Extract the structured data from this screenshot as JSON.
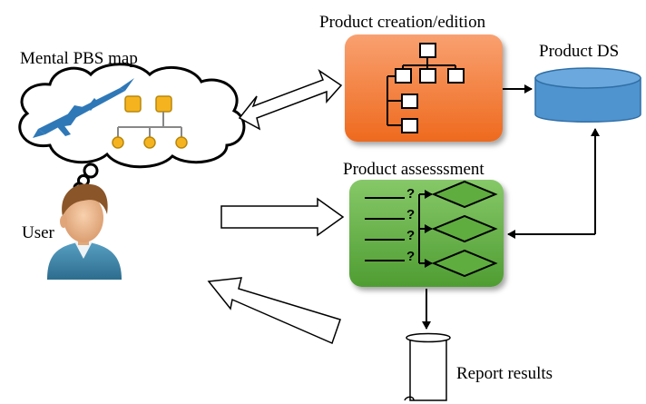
{
  "labels": {
    "mental_map": "Mental PBS map",
    "user": "User",
    "creation": "Product creation/edition",
    "assessment": "Product assesssment",
    "database": "Product DS",
    "report": "Report results"
  },
  "assessment_marks": [
    "?",
    "?",
    "?",
    "?"
  ],
  "colors": {
    "creation_fill": "#f2762e",
    "assessment_fill": "#5fad3f",
    "database_fill": "#4f93cf",
    "pbs_node_fill": "#f5b41f",
    "rocket_fill": "#2f78b7",
    "user_shirt": "#3d7fa3"
  },
  "icons": [
    "thought-cloud-icon",
    "rocket-icon",
    "user-avatar-icon",
    "scroll-document-icon",
    "database-cylinder-icon"
  ]
}
